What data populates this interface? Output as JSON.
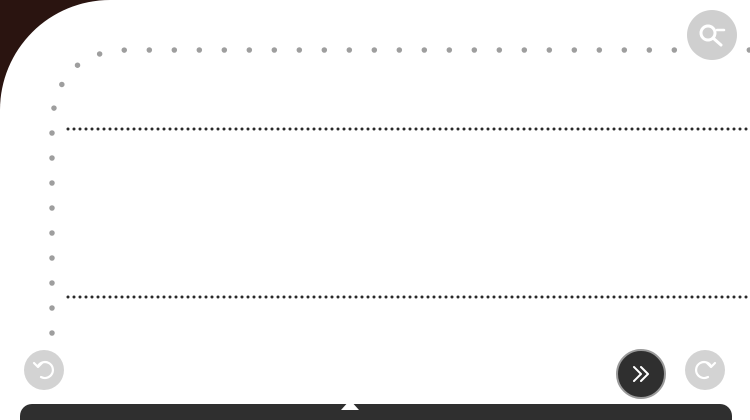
{
  "colors": {
    "sheet_background": "#ffffff",
    "corner_background": "#2a1410",
    "guide_dot": "#9e9e9e",
    "line_dot": "#2a2a2a",
    "button_light": "#d3d3d3",
    "button_dark": "#2f2f2f"
  },
  "writing_area": {
    "guide": "dotted-outline",
    "lines": 2
  },
  "toolbar": {
    "zoom_icon": "zoom-out-icon",
    "undo_icon": "undo-icon",
    "redo_icon": "redo-icon",
    "next_icon": "double-chevron-right-icon"
  },
  "bottom_panel": {
    "state": "collapsed"
  }
}
